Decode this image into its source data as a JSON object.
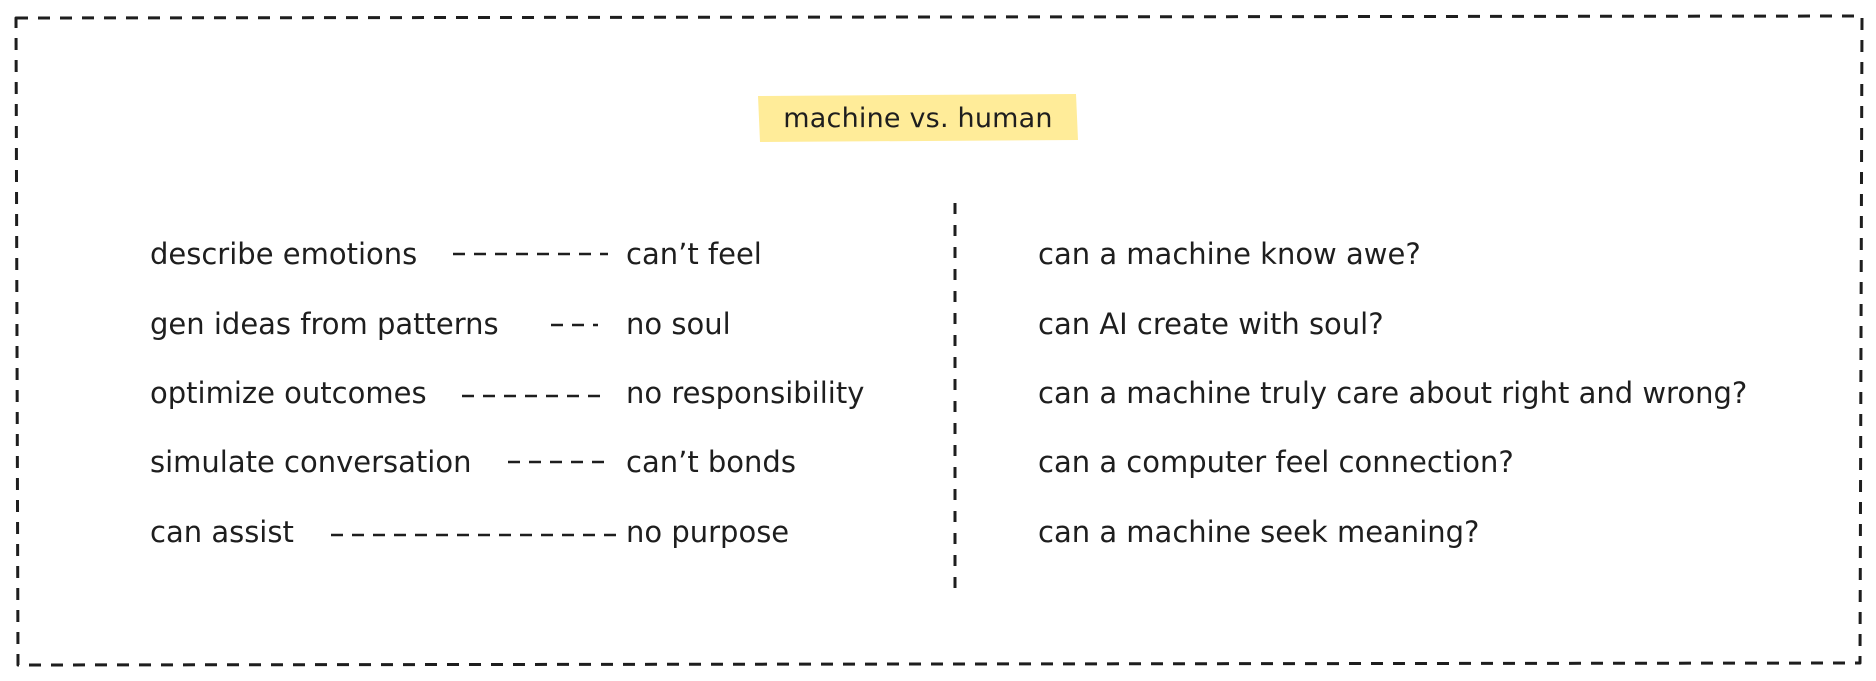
{
  "title": "machine vs. human",
  "colors": {
    "title_highlight": "#ffec99",
    "stroke": "#1e1e1e",
    "background": "#ffffff"
  },
  "pairs": [
    {
      "capability": "describe emotions",
      "limitation": "can’t feel"
    },
    {
      "capability": "gen ideas from patterns",
      "limitation": "no soul"
    },
    {
      "capability": "optimize outcomes",
      "limitation": "no responsibility"
    },
    {
      "capability": "simulate conversation",
      "limitation": "can’t bonds"
    },
    {
      "capability": "can assist",
      "limitation": "no purpose"
    }
  ],
  "questions": [
    "can a machine know awe?",
    "can AI create with soul?",
    "can a machine truly care about right and wrong?",
    "can a computer feel connection?",
    "can a machine seek meaning?"
  ]
}
